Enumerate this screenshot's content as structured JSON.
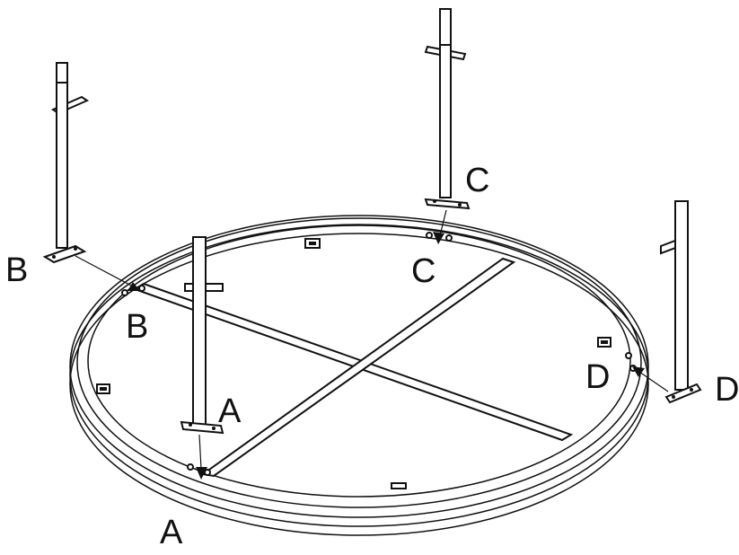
{
  "labels": {
    "leg_left": "B",
    "ring_left": "B",
    "leg_back": "C",
    "ring_back": "C",
    "leg_front": "A",
    "ring_front": "A",
    "leg_right": "D",
    "ring_right": "D"
  },
  "colors": {
    "ink": "#111111",
    "paper": "#ffffff"
  }
}
